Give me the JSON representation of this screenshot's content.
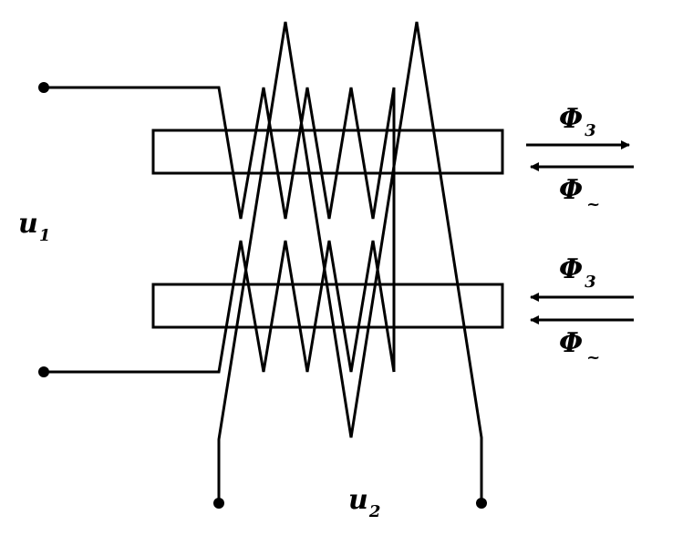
{
  "labels": {
    "u1": {
      "main": "u",
      "sub": "1"
    },
    "u2": {
      "main": "u",
      "sub": "2"
    },
    "phi_top_1": {
      "main": "Φ",
      "sub": "3"
    },
    "phi_top_2": {
      "main": "Φ",
      "sub": "~"
    },
    "phi_bot_1": {
      "main": "Φ",
      "sub": "3"
    },
    "phi_bot_2": {
      "main": "Φ",
      "sub": "~"
    }
  },
  "colors": {
    "line": "#000000",
    "background": "#ffffff"
  }
}
